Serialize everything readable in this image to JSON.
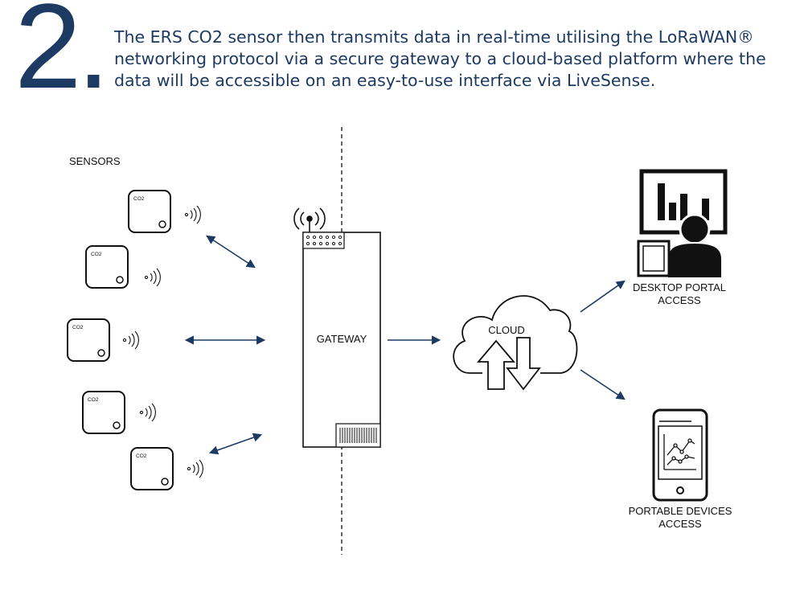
{
  "header": {
    "step_number": "2.",
    "description": "The ERS CO2 sensor then transmits data in real-time utilising the LoRaWAN® networking protocol via a secure gateway to a cloud-based platform where the data will be accessible on an easy-to-use interface via LiveSense."
  },
  "sensors": {
    "title": "SENSORS",
    "device_label": "CO2",
    "count": 5
  },
  "gateway": {
    "label": "GATEWAY"
  },
  "cloud": {
    "label": "CLOUD"
  },
  "desktop": {
    "label_line1": "DESKTOP PORTAL",
    "label_line2": "ACCESS"
  },
  "portable": {
    "label_line1": "PORTABLE DEVICES",
    "label_line2": "ACCESS"
  },
  "colors": {
    "navy": "#1d3a63",
    "line": "#111111",
    "arrow": "#1d3a63"
  },
  "icons": [
    "co2-sensor-icon",
    "wifi-signal-icon",
    "antenna-icon",
    "cloud-icon",
    "upload-arrow-icon",
    "download-arrow-icon",
    "desktop-chart-icon",
    "user-icon",
    "tablet-icon",
    "smartphone-icon",
    "line-chart-icon"
  ]
}
